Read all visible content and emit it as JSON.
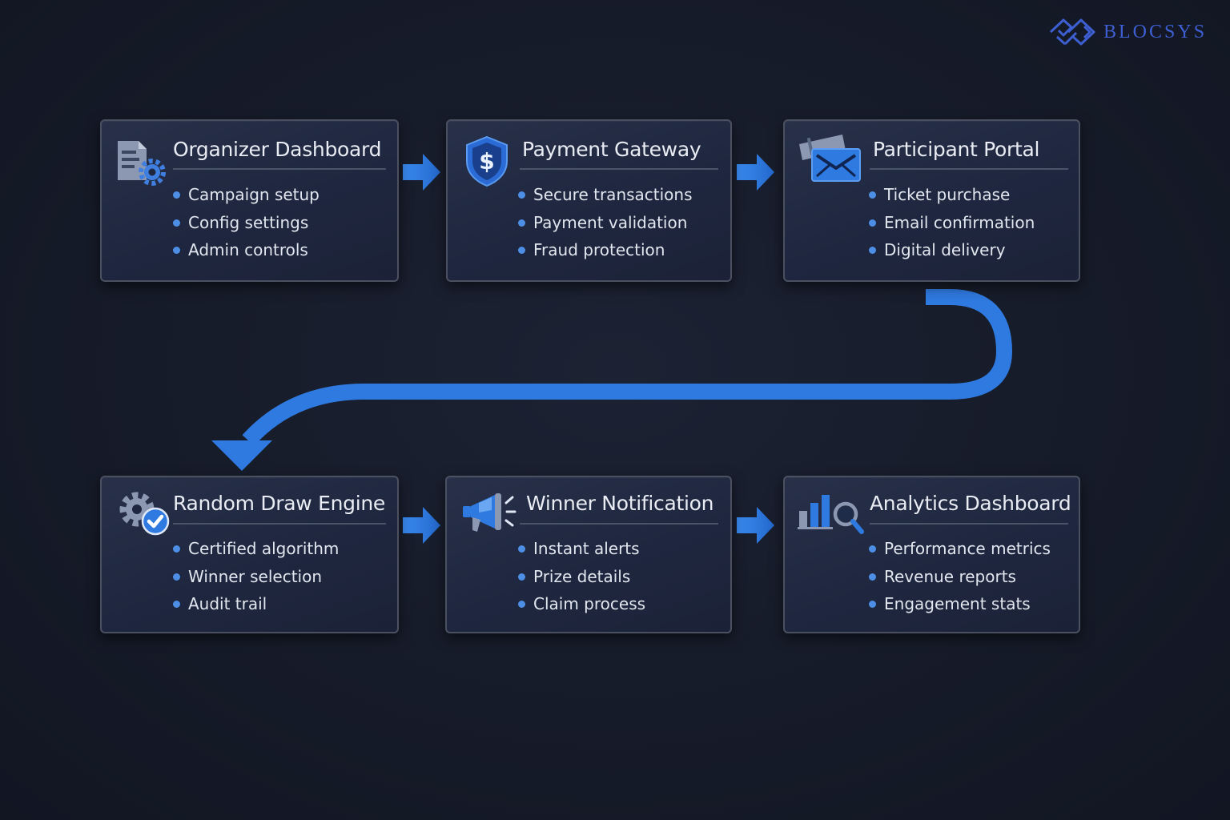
{
  "brand": {
    "name": "BLOCSYS",
    "color": "#3d5fd1"
  },
  "accent_color": "#2f7ae0",
  "steps": [
    {
      "title": "Organizer Dashboard",
      "icon": "document-gear-icon",
      "items": [
        "Campaign setup",
        "Config settings",
        "Admin controls"
      ]
    },
    {
      "title": "Payment Gateway",
      "icon": "shield-dollar-icon",
      "items": [
        "Secure transactions",
        "Payment validation",
        "Fraud protection"
      ]
    },
    {
      "title": "Participant Portal",
      "icon": "envelope-ticket-icon",
      "items": [
        "Ticket purchase",
        "Email confirmation",
        "Digital delivery"
      ]
    },
    {
      "title": "Random Draw Engine",
      "icon": "gear-check-icon",
      "items": [
        "Certified algorithm",
        "Winner selection",
        "Audit trail"
      ]
    },
    {
      "title": "Winner Notification",
      "icon": "megaphone-icon",
      "items": [
        "Instant alerts",
        "Prize details",
        "Claim process"
      ]
    },
    {
      "title": "Analytics Dashboard",
      "icon": "bar-chart-search-icon",
      "items": [
        "Performance metrics",
        "Revenue reports",
        "Engagement stats"
      ]
    }
  ]
}
